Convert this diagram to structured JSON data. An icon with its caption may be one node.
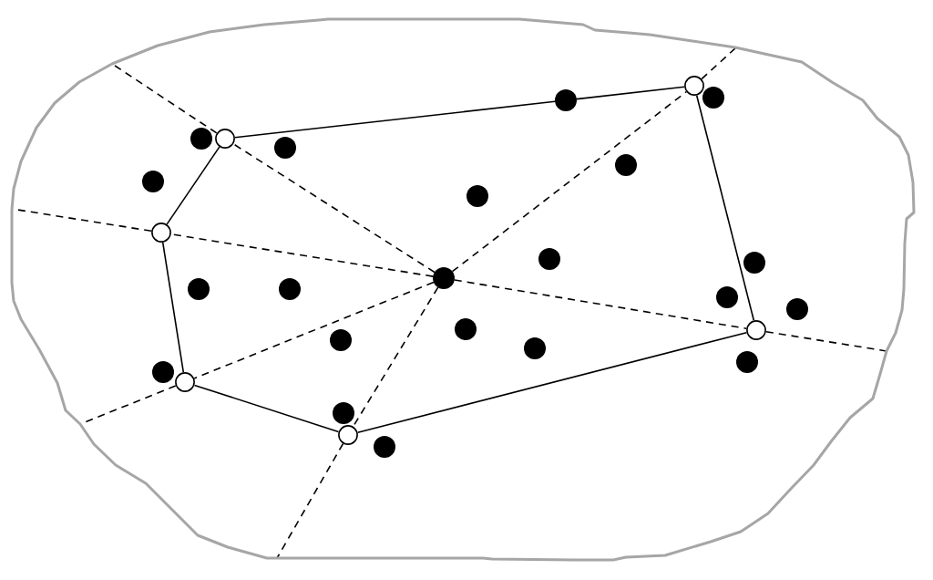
{
  "diagram": {
    "nodes": [
      {
        "text": [],
        "shape": "blob"
      },
      {
        "text": [],
        "shape": "circle",
        "in": 0
      },
      {
        "text": [],
        "shape": "dot",
        "in": 0
      },
      {
        "text": [],
        "shape": "dot",
        "in": 0
      },
      {
        "text": [],
        "shape": "dot",
        "in": 0
      },
      {
        "text": [],
        "shape": "circle",
        "in": 0
      },
      {
        "text": [],
        "shape": "dot",
        "in": 0
      },
      {
        "text": [],
        "shape": "dot",
        "in": 0
      },
      {
        "text": [],
        "shape": "dot",
        "in": 0
      },
      {
        "text": [],
        "shape": "dot",
        "in": 0
      },
      {
        "text": [],
        "shape": "circle",
        "in": 0
      },
      {
        "text": [],
        "shape": "dot",
        "in": 0
      },
      {
        "text": [],
        "shape": "dot",
        "in": 0
      },
      {
        "text": [],
        "shape": "dot",
        "in": 0
      },
      {
        "text": [],
        "shape": "dot",
        "in": 0
      },
      {
        "text": [],
        "shape": "dot",
        "in": 0
      },
      {
        "text": [],
        "shape": "dot",
        "in": 0
      },
      {
        "text": [],
        "shape": "dot",
        "in": 0
      },
      {
        "text": [],
        "shape": "dot",
        "in": 0
      },
      {
        "text": [],
        "shape": "circle",
        "in": 0
      },
      {
        "text": [],
        "shape": "dot",
        "in": 0
      },
      {
        "text": [],
        "shape": "dot",
        "in": 0
      },
      {
        "text": [],
        "shape": "dot",
        "in": 0
      },
      {
        "text": [],
        "shape": "dot",
        "in": 0
      },
      {
        "text": [],
        "shape": "circle",
        "in": 0
      },
      {
        "text": [],
        "shape": "dot",
        "in": 0
      },
      {
        "text": [],
        "shape": "circle",
        "in": 0
      },
      {
        "text": [],
        "shape": "dot",
        "in": 0
      }
    ],
    "edges": [
      {
        "from": 5,
        "to": 3,
        "arrow": "none"
      },
      {
        "from": 3,
        "to": 1,
        "arrow": "none"
      },
      {
        "from": 1,
        "to": 19,
        "arrow": "none"
      },
      {
        "from": 19,
        "to": 26,
        "arrow": "none"
      },
      {
        "from": 26,
        "to": 24,
        "arrow": "none"
      },
      {
        "from": 24,
        "to": 10,
        "arrow": "none"
      },
      {
        "from": 10,
        "to": 5,
        "arrow": "none"
      },
      {
        "from": 13,
        "to": 5,
        "arrow": "none",
        "style": "dashed"
      },
      {
        "from": 5,
        "to": 0,
        "arrow": "none",
        "style": "dashed"
      },
      {
        "from": 13,
        "to": 1,
        "arrow": "none",
        "style": "dashed"
      },
      {
        "from": 1,
        "to": 0,
        "arrow": "none",
        "style": "dashed"
      },
      {
        "from": 13,
        "to": 19,
        "arrow": "none",
        "style": "dashed"
      },
      {
        "from": 19,
        "to": 0,
        "arrow": "none",
        "style": "dashed"
      },
      {
        "from": 13,
        "to": 26,
        "arrow": "none",
        "style": "dashed"
      },
      {
        "from": 26,
        "to": 0,
        "arrow": "none",
        "style": "dashed"
      },
      {
        "from": 13,
        "to": 24,
        "arrow": "none",
        "style": "dashed"
      },
      {
        "from": 24,
        "to": 0,
        "arrow": "none",
        "style": "dashed"
      },
      {
        "from": 13,
        "to": 10,
        "arrow": "none",
        "style": "dashed"
      },
      {
        "from": 10,
        "to": 0,
        "arrow": "none",
        "style": "dashed"
      }
    ]
  }
}
